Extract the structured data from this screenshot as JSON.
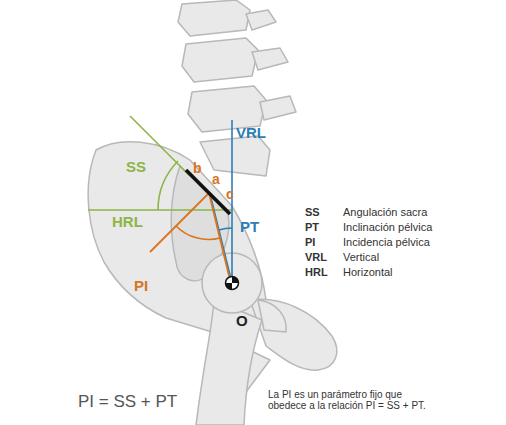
{
  "diagram": {
    "labels": [
      "VRL",
      "SS",
      "b",
      "a",
      "c",
      "HRL",
      "PT",
      "PI",
      "O",
      "SS",
      "Angulación sacra",
      "PT",
      "Inclinación pélvica",
      "PI",
      "Incidencia pélvica",
      "VRL",
      "Vertical",
      "HRL",
      "Horizontal",
      "PI = SS + PT",
      "La PI es un parámetro fijo que obedece a la relación PI = SS + PT."
    ]
  }
}
